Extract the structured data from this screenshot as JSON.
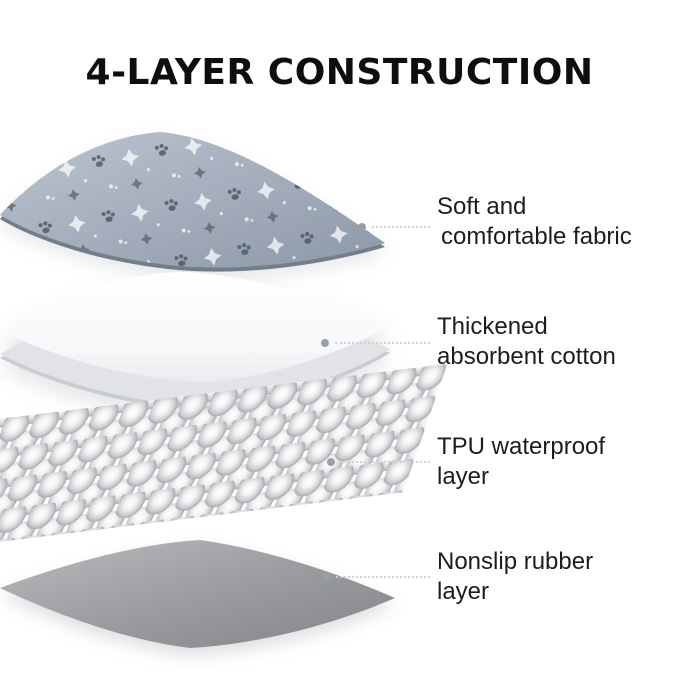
{
  "title": "4-LAYER CONSTRUCTION",
  "callouts": [
    {
      "line1": "Soft and",
      "line2": "comfortable fabric"
    },
    {
      "line1": "Thickened",
      "line2": "absorbent cotton"
    },
    {
      "line1": "TPU waterproof",
      "line2": "layer"
    },
    {
      "line1": "Nonslip rubber",
      "line2": "layer"
    }
  ],
  "colors": {
    "fabric": "#a4aebc",
    "cotton": "#ffffff",
    "tpu_balls": "#e9eaec",
    "rubber": "#97999b",
    "leader_dot": "#9aa0a6",
    "leader_line": "#cfd3d7",
    "title_text": "#0e0e10",
    "label_text": "#1d1d1f"
  }
}
